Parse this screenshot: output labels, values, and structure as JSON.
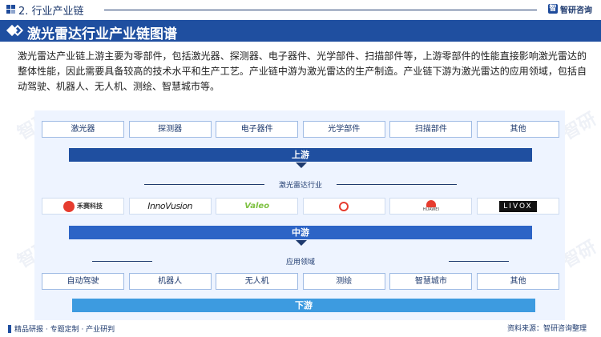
{
  "header": {
    "section_title": "2. 行业产业链",
    "brand": "智研咨询"
  },
  "banner": {
    "title": "激光雷达行业产业链图谱"
  },
  "description": "激光雷达产业链上游主要为零部件，包括激光器、探测器、电子器件、光学部件、扫描部件等，上游零部件的性能直接影响激光雷达的整体性能，因此需要具备较高的技术水平和生产工艺。产业链中游为激光雷达的生产制造。产业链下游为激光雷达的应用领域，包括自动驾驶、机器人、无人机、测绘、智慧城市等。",
  "upstream": {
    "items": [
      "激光器",
      "探测器",
      "电子器件",
      "光学部件",
      "扫描部件",
      "其他"
    ],
    "label": "上游"
  },
  "midstream": {
    "subtitle": "激光雷达行业",
    "companies": [
      {
        "name": "禾赛科技",
        "logo": "hesai-logo"
      },
      {
        "name": "InnoVusion",
        "logo": "innovusion-logo"
      },
      {
        "name": "Valeo",
        "logo": "valeo-logo"
      },
      {
        "name": "",
        "logo": "circle-brand-logo"
      },
      {
        "name": "HUAWEI",
        "logo": "huawei-logo"
      },
      {
        "name": "LIVOX",
        "logo": "livox-logo"
      }
    ],
    "label": "中游"
  },
  "downstream": {
    "subtitle": "应用领域",
    "items": [
      "自动驾驶",
      "机器人",
      "无人机",
      "测绘",
      "智慧城市",
      "其他"
    ],
    "label": "下游"
  },
  "footer": {
    "tagline": "精品研报 · 专题定制 · 产业研判",
    "source": "资料来源：智研咨询整理"
  },
  "colors": {
    "primary": "#1f4fa0",
    "midstream": "#2c64c6",
    "downstream": "#3d9be0",
    "panel": "#eef4ff"
  }
}
